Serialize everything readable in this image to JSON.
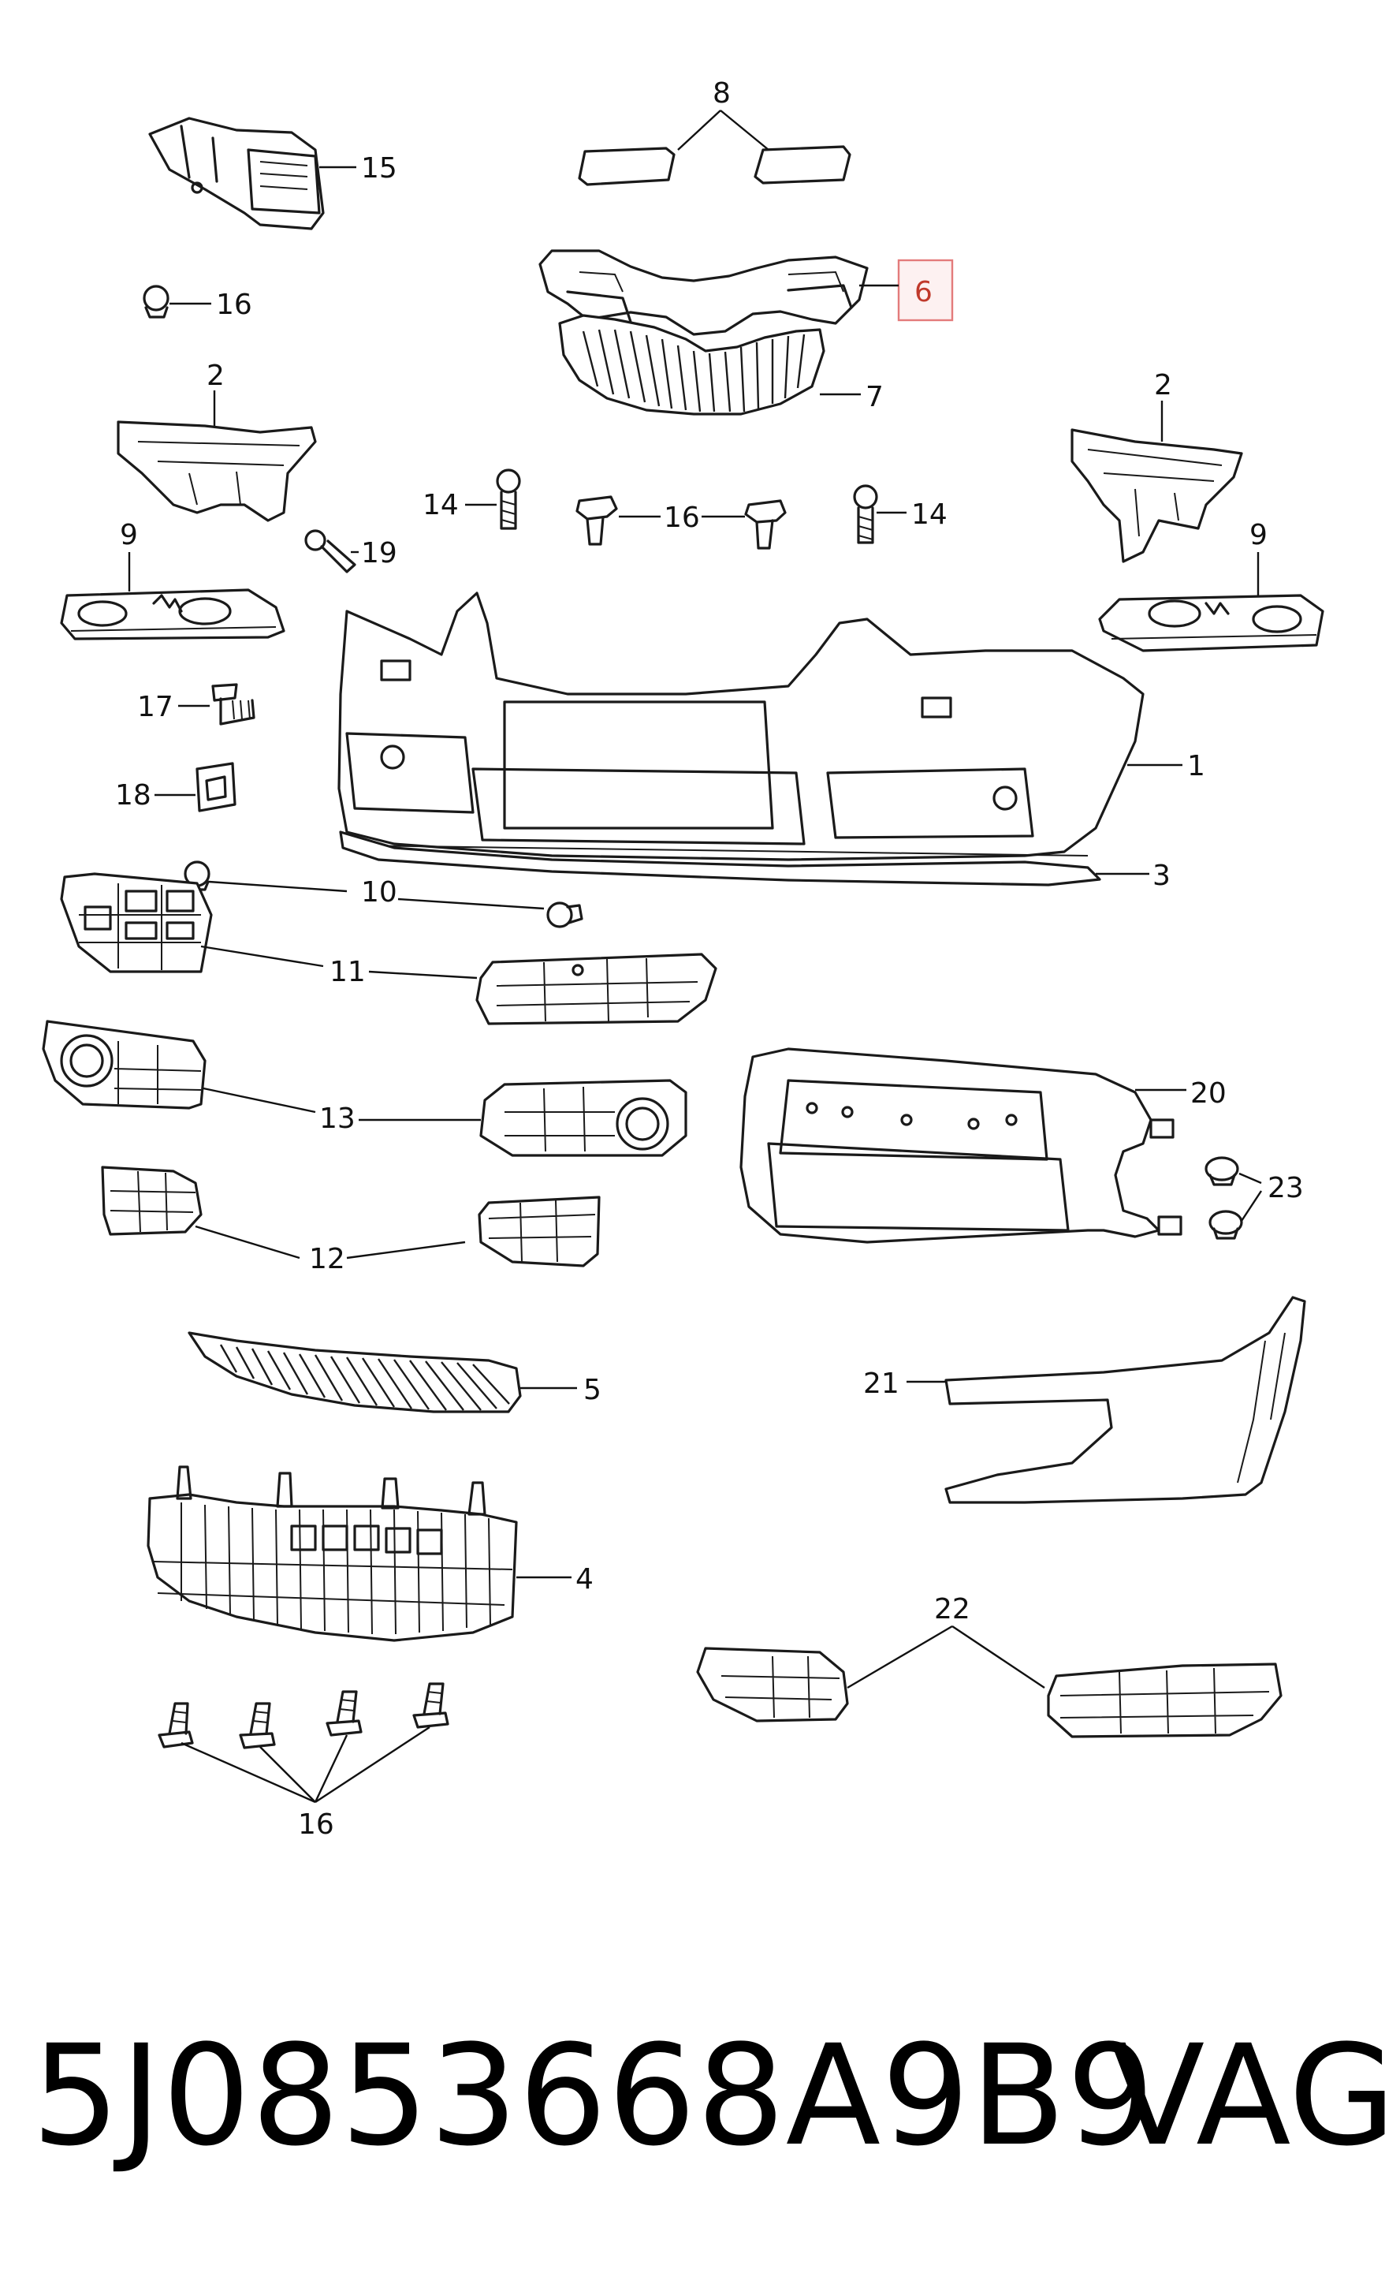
{
  "callouts": {
    "c1": "1",
    "c2a": "2",
    "c2b": "2",
    "c3": "3",
    "c4": "4",
    "c5": "5",
    "c6": "6",
    "c7": "7",
    "c8": "8",
    "c9a": "9",
    "c9b": "9",
    "c10": "10",
    "c11": "11",
    "c12": "12",
    "c13": "13",
    "c14a": "14",
    "c14b": "14",
    "c15": "15",
    "c16a": "16",
    "c16b": "16",
    "c16c": "16",
    "c17": "17",
    "c18": "18",
    "c19": "19",
    "c20": "20",
    "c21": "21",
    "c22": "22",
    "c23": "23"
  },
  "highlighted_callout": "6",
  "highlight_color": "#e37b7b",
  "footer": {
    "part_number": "5J0853668A9B9",
    "brand": "VAG"
  }
}
